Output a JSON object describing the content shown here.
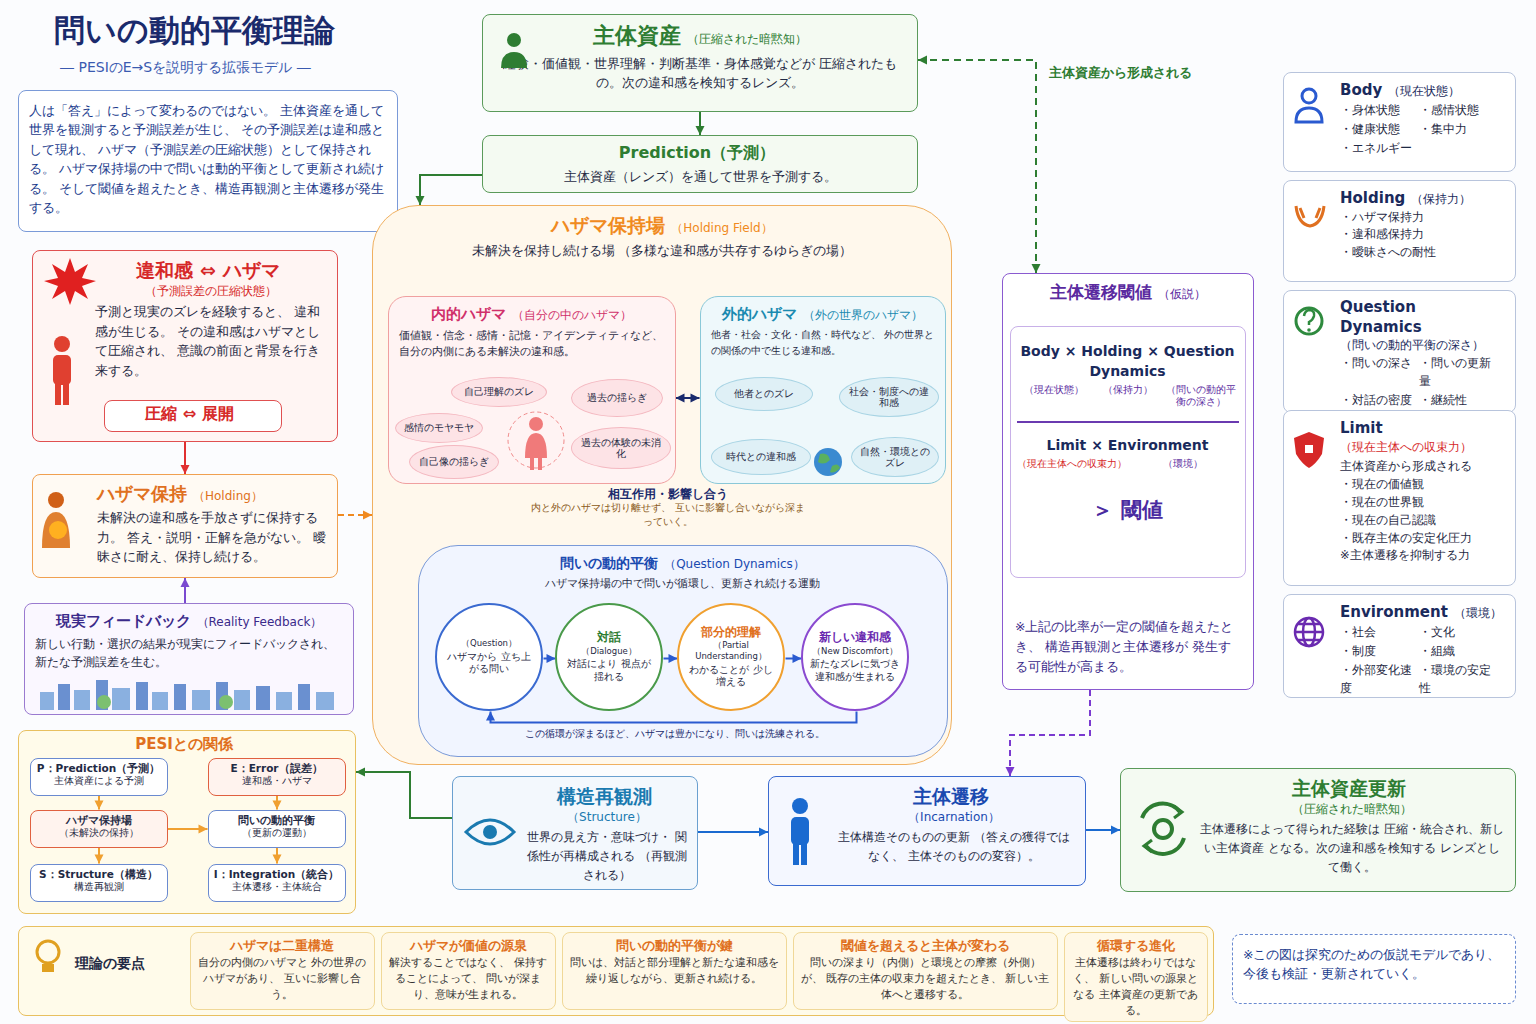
{
  "diagram": {
    "title": "問いの動的平衡理論",
    "nodes": [
      {
        "text": [
          "人は「答え」によって変わるのではない。 主体資産を通して世界を観測すると予測誤差が生じ、 その予測誤差は違和感として現れ、 ハザマ（予測誤差の圧縮状態）として保持される。 ハザマ保持場の中で問いは動的平衡として更新され続ける。 そして閾値を超えたとき、構造再観測と主体遷移が発生する。"
        ]
      },
      {
        "text": [
          "主体資産",
          "（圧縮された暗黙知）",
          "経験・価値観・世界理解・判断基準・身体感覚などが 圧縮されたもの。次の違和感を検知するレンズ。"
        ]
      },
      {
        "text": [
          "Prediction（予測）",
          "主体資産（レンズ）を通して世界を予測する。"
        ]
      },
      {
        "text": [
          "違和感 ⇔ ハザマ",
          "（予測誤差の圧縮状態）",
          "予測と現実のズレを経験すると、 違和感が生じる。 その違和感はハザマとして圧縮され、 意識の前面と背景を行き来する。"
        ]
      },
      {
        "text": [
          "圧縮 ⇔ 展開"
        ],
        "in": 3
      },
      {
        "text": [
          "ハザマ保持",
          "（Holding）",
          "未解決の違和感を手放さずに保持する力。 答え・説明・正解を急がない。 曖昧さに耐え、保持し続ける。"
        ]
      },
      {
        "text": [
          "現実フィードバック",
          "（Reality Feedback）",
          "新しい行動・選択の結果が現実にフィードバックされ、 新たな予測誤差を生む。"
        ]
      },
      {
        "text": [
          "PESIとの関係"
        ]
      },
      {
        "text": [
          "P：Prediction（予測）",
          "主体資産による予測"
        ],
        "in": 7
      },
      {
        "text": [
          "E：Error（誤差）",
          "違和感・ハザマ"
        ],
        "in": 7
      },
      {
        "text": [
          "ハザマ保持場",
          "（未解決の保持）"
        ],
        "in": 7
      },
      {
        "text": [
          "問いの動的平衡",
          "（更新の運動）"
        ],
        "in": 7
      },
      {
        "text": [
          "S：Structure（構造）",
          "構造再観測"
        ],
        "in": 7
      },
      {
        "text": [
          "I：Integration（統合）",
          "主体遷移・主体統合"
        ],
        "in": 7
      },
      {
        "text": [
          "ハザマ保持場",
          "（Holding Field）",
          "未解決を保持し続ける場 （多様な違和感が共存するゆらぎの場）"
        ]
      },
      {
        "text": [
          "内的ハザマ",
          "（自分の中のハザマ）",
          "価値観・信念・感情・記憶・アイデンティティなど、 自分の内側にある未解決の違和感。"
        ],
        "in": 14
      },
      {
        "text": [
          "自己理解のズレ"
        ],
        "in": 15
      },
      {
        "text": [
          "過去の揺らぎ"
        ],
        "in": 15
      },
      {
        "text": [
          "感情のモヤモヤ"
        ],
        "in": 15
      },
      {
        "text": [
          "過去の体験の未消化"
        ],
        "in": 15
      },
      {
        "text": [
          "自己像の揺らぎ"
        ],
        "in": 15
      },
      {
        "text": [
          "外的ハザマ",
          "（外の世界のハザマ）",
          "他者・社会・文化・自然・時代など、 外の世界との関係の中で生じる違和感。"
        ],
        "in": 14
      },
      {
        "text": [
          "他者とのズレ"
        ],
        "in": 21
      },
      {
        "text": [
          "社会・制度への違和感"
        ],
        "in": 21
      },
      {
        "text": [
          "時代との違和感"
        ],
        "in": 21
      },
      {
        "text": [
          "自然・環境とのズレ"
        ],
        "in": 21
      },
      {
        "text": [
          "問いの動的平衡",
          "（Question Dynamics）",
          "ハザマ保持場の中で問いが循環し、更新され続ける運動"
        ],
        "in": 14
      },
      {
        "text": [
          "（Question）",
          "ハザマから 立ち上がる問い"
        ],
        "in": 26
      },
      {
        "text": [
          "対話",
          "（Dialogue）",
          "対話により 視点が揺れる"
        ],
        "in": 26
      },
      {
        "text": [
          "部分的理解",
          "（Partial Understanding）",
          "わかることが 少し増える"
        ],
        "in": 26
      },
      {
        "text": [
          "新しい違和感",
          "（New Discomfort）",
          "新たなズレに気づき 違和感が生まれる"
        ],
        "in": 26
      },
      {
        "text": [
          "主体遷移閾値",
          "（仮説）",
          "※上記の比率が一定の閾値を超えたとき、 構造再観測と主体遷移が 発生する可能性が高まる。"
        ]
      },
      {
        "text": [
          "Body × Holding × Question Dynamics",
          "（現在状態）",
          "（保持力）",
          "（問いの動的平衡の深さ）",
          "Limit × Environment",
          "（現在主体への収束力）",
          "（環境）",
          "＞ 閾値"
        ],
        "in": 31
      },
      {
        "text": [
          "Body",
          "（現在状態）",
          "・身体状態",
          "・感情状態",
          "・健康状態",
          "・集中力",
          "・エネルギー"
        ]
      },
      {
        "text": [
          "Holding",
          "（保持力）",
          "・ハザマ保持力",
          "・違和感保持力",
          "・曖昧さへの耐性"
        ]
      },
      {
        "text": [
          "Question Dynamics",
          "（問いの動的平衡の深さ）",
          "・問いの深さ",
          "・問いの更新量",
          "・対話の密度",
          "・継続性"
        ]
      },
      {
        "text": [
          "Limit",
          "（現在主体への収束力）",
          "主体資産から形成される",
          "・現在の価値観",
          "・現在の世界観",
          "・現在の自己認識",
          "・既存主体の安定化圧力",
          "※主体遷移を抑制する力"
        ]
      },
      {
        "text": [
          "Environment",
          "（環境）",
          "・社会",
          "・文化",
          "・制度",
          "・組織",
          "・外部変化速度",
          "・環境の安定性"
        ]
      },
      {
        "text": [
          "構造再観測",
          "（Structure）",
          "世界の見え方・意味づけ・ 関係性が再構成される （再観測される）"
        ]
      },
      {
        "text": [
          "主体遷移",
          "（Incarnation）",
          "主体構造そのものの更新 （答えの獲得ではなく、 主体そのものの変容）。"
        ]
      },
      {
        "text": [
          "主体資産更新",
          "（圧縮された暗黙知）",
          "主体遷移によって得られた経験は 圧縮・統合され、新しい主体資産 となる。次の違和感を検知する レンズとして働く。"
        ]
      },
      {
        "text": [
          "理論の要点"
        ]
      },
      {
        "text": [
          "ハザマは二重構造",
          "自分の内側のハザマと 外の世界のハザマがあり、 互いに影響し合う。"
        ],
        "in": 41
      },
      {
        "text": [
          "ハザマが価値の源泉",
          "解決することではなく、 保持することによって、 問いが深まり、意味が生まれる。"
        ],
        "in": 41
      },
      {
        "text": [
          "問いの動的平衡が鍵",
          "問いは、対話と部分理解と新たな違和感を 繰り返しながら、更新され続ける。"
        ],
        "in": 41
      },
      {
        "text": [
          "閾値を超えると主体が変わる",
          "問いの深まり（内側）と環境との摩擦（外側）が、 既存の主体の収束力を超えたとき、 新しい主体へと遷移する。"
        ],
        "in": 41
      },
      {
        "text": [
          "循環する進化",
          "主体遷移は終わりではなく、 新しい問いの源泉となる 主体資産の更新である。"
        ],
        "in": 41
      },
      {
        "text": [
          "※この図は探究のための仮説モデルであり、 今後も検証・更新されていく。"
        ]
      }
    ],
    "edges": [
      {
        "from": 1,
        "to": 2,
        "arrow": "to"
      },
      {
        "from": 2,
        "to": 14,
        "arrow": "to"
      },
      {
        "from": 1,
        "to": 31,
        "arrow": "both",
        "label": "主体資産から形成される"
      },
      {
        "from": 3,
        "to": 5,
        "arrow": "to"
      },
      {
        "from": 6,
        "to": 5,
        "arrow": "to"
      },
      {
        "from": 5,
        "to": 14,
        "arrow": "to"
      },
      {
        "from": 31,
        "to": 39,
        "arrow": "to"
      },
      {
        "from": 38,
        "to": 39,
        "arrow": "to"
      },
      {
        "from": 39,
        "to": 40,
        "arrow": "to"
      },
      {
        "from": 38,
        "to": 7,
        "arrow": "to"
      },
      {
        "from": 15,
        "to": 21,
        "arrow": "both"
      },
      {
        "from": 27,
        "to": 28,
        "arrow": "to"
      },
      {
        "from": 28,
        "to": 29,
        "arrow": "to"
      },
      {
        "from": 29,
        "to": 30,
        "arrow": "to"
      },
      {
        "from": 30,
        "to": 27,
        "arrow": "to"
      },
      {
        "from": 8,
        "to": 10,
        "arrow": "to"
      },
      {
        "from": 10,
        "to": 12,
        "arrow": "to"
      },
      {
        "from": 9,
        "to": 11,
        "arrow": "to"
      },
      {
        "from": 11,
        "to": 13,
        "arrow": "to"
      },
      {
        "from": 10,
        "to": 11,
        "arrow": "to"
      }
    ],
    "labels": [
      "― PESIのE→Sを説明する拡張モデル ―",
      "相互作用・影響し合う",
      "内と外のハザマは切り離せず、 互いに影響し合いながら深まっていく。",
      "この循環が深まるほど、ハザマは豊かになり、問いは洗練される。"
    ]
  }
}
